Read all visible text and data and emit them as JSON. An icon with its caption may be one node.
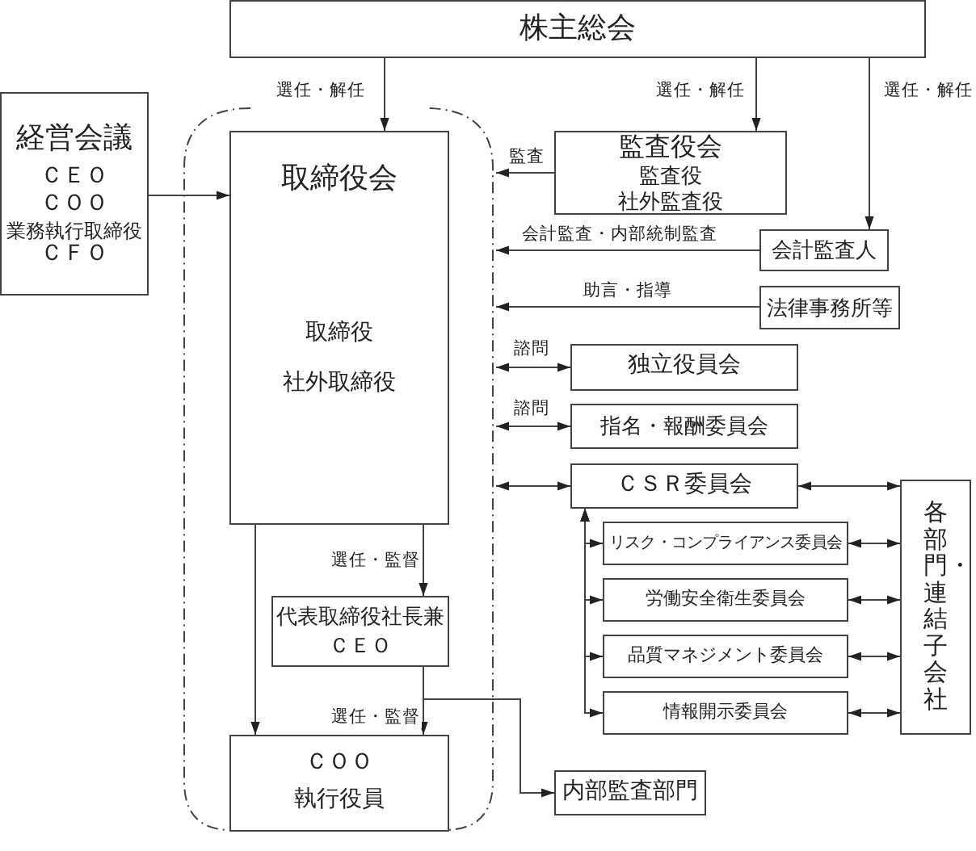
{
  "diagram": {
    "nodes": [
      {
        "text": [
          "株主総会"
        ]
      },
      {
        "text": [
          "経営会議",
          "ＣＥＯ",
          "ＣＯＯ",
          "業務執行取締役",
          "ＣＦＯ"
        ]
      },
      {
        "text": [],
        "shape": "box"
      },
      {
        "text": [
          "取締役会",
          "取締役",
          "社外取締役"
        ],
        "in": 2
      },
      {
        "text": [
          "代表取締役社長兼ＣＥＯ"
        ],
        "in": 2
      },
      {
        "text": [
          "ＣＯＯ",
          "執行役員"
        ],
        "in": 2
      },
      {
        "text": [
          "監査役会",
          "監査役",
          "社外監査役"
        ]
      },
      {
        "text": [
          "会計監査人"
        ]
      },
      {
        "text": [
          "法律事務所等"
        ]
      },
      {
        "text": [
          "独立役員会"
        ]
      },
      {
        "text": [
          "指名・報酬委員会"
        ]
      },
      {
        "text": [
          "ＣＳＲ委員会"
        ]
      },
      {
        "text": [
          "リスク・コンプライアンス委員会"
        ]
      },
      {
        "text": [
          "労働安全衛生委員会"
        ]
      },
      {
        "text": [
          "品質マネジメント委員会"
        ]
      },
      {
        "text": [
          "情報開示委員会"
        ]
      },
      {
        "text": [
          "各部門・連結子会社"
        ]
      },
      {
        "text": [
          "内部監査部門"
        ]
      }
    ],
    "edges": [
      {
        "from": 0,
        "to": 3,
        "arrow": "to",
        "label": "選任・解任"
      },
      {
        "from": 0,
        "to": 6,
        "arrow": "to",
        "label": "選任・解任"
      },
      {
        "from": 0,
        "to": 7,
        "arrow": "to",
        "label": "選任・解任"
      },
      {
        "from": 1,
        "to": 3,
        "arrow": "to"
      },
      {
        "from": 6,
        "to": 2,
        "arrow": "to",
        "label": "監査"
      },
      {
        "from": 7,
        "to": 2,
        "arrow": "to",
        "label": "会計監査・内部統制監査"
      },
      {
        "from": 8,
        "to": 2,
        "arrow": "to",
        "label": "助言・指導"
      },
      {
        "from": 2,
        "to": 9,
        "arrow": "both",
        "label": "諮問"
      },
      {
        "from": 2,
        "to": 10,
        "arrow": "both",
        "label": "諮問"
      },
      {
        "from": 2,
        "to": 11,
        "arrow": "both"
      },
      {
        "from": 11,
        "to": 16,
        "arrow": "both"
      },
      {
        "from": 11,
        "to": 12,
        "arrow": "both"
      },
      {
        "from": 11,
        "to": 13,
        "arrow": "both"
      },
      {
        "from": 11,
        "to": 14,
        "arrow": "both"
      },
      {
        "from": 11,
        "to": 15,
        "arrow": "both"
      },
      {
        "from": 12,
        "to": 16,
        "arrow": "both"
      },
      {
        "from": 13,
        "to": 16,
        "arrow": "both"
      },
      {
        "from": 14,
        "to": 16,
        "arrow": "both"
      },
      {
        "from": 15,
        "to": 16,
        "arrow": "both"
      },
      {
        "from": 3,
        "to": 4,
        "arrow": "to",
        "label": "選任・監督"
      },
      {
        "from": 3,
        "to": 5,
        "arrow": "to"
      },
      {
        "from": 4,
        "to": 5,
        "arrow": "to",
        "label": "選任・監督"
      },
      {
        "from": 4,
        "to": 17,
        "arrow": "to"
      }
    ]
  }
}
